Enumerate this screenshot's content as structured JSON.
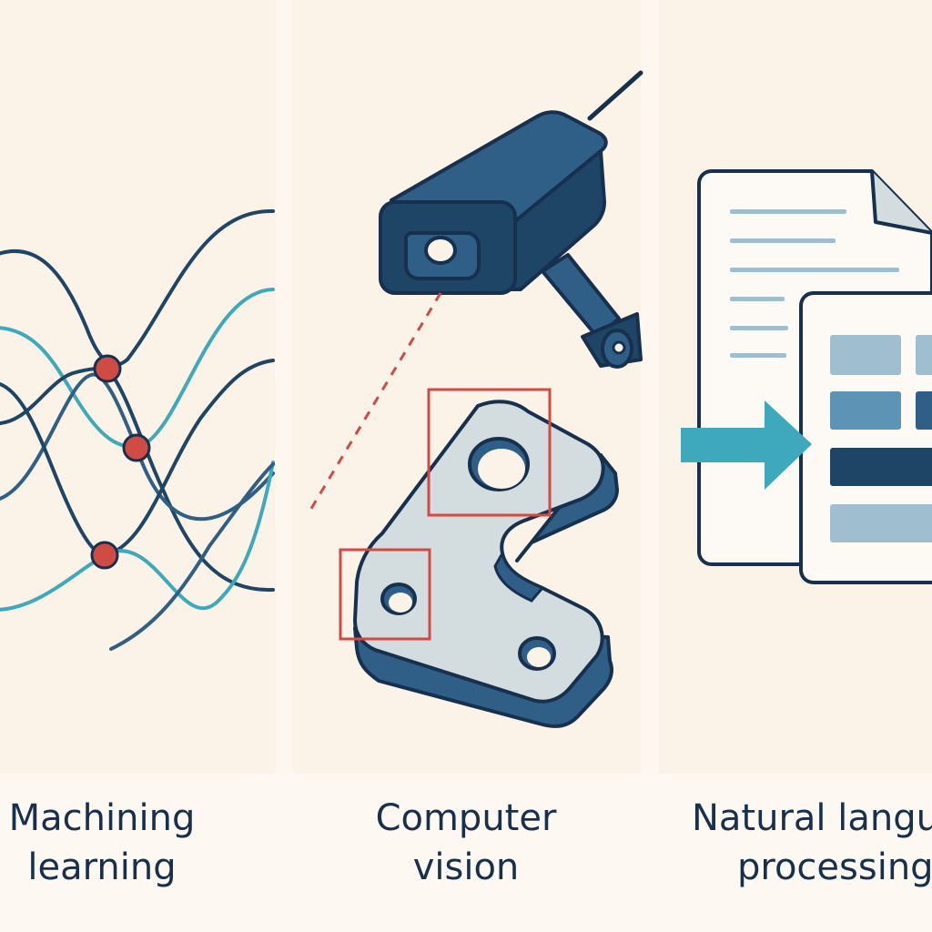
{
  "panels": [
    {
      "id": "machine-learning",
      "caption_line1": "Machining",
      "caption_line2": "learning"
    },
    {
      "id": "computer-vision",
      "caption_line1": "Computer",
      "caption_line2": "vision"
    },
    {
      "id": "natural-language-processing",
      "caption_line1": "Natural langu",
      "caption_line2": "processing"
    }
  ],
  "colors": {
    "background": "#fbf2e8",
    "navy": "#16304d",
    "dark_blue": "#1f4566",
    "mid_blue": "#2f5f86",
    "teal": "#3ea9bd",
    "red": "#d14b45",
    "light_gray": "#d3dcdf",
    "light_blue": "#9fbfd0",
    "steel_blue": "#5d93b4"
  },
  "icons": {
    "panel1": "neural-network-curves-icon",
    "panel2": "camera-icon",
    "panel2_target": "machined-part-icon",
    "panel3": "documents-icon",
    "panel3_arrow": "arrow-right-icon"
  }
}
